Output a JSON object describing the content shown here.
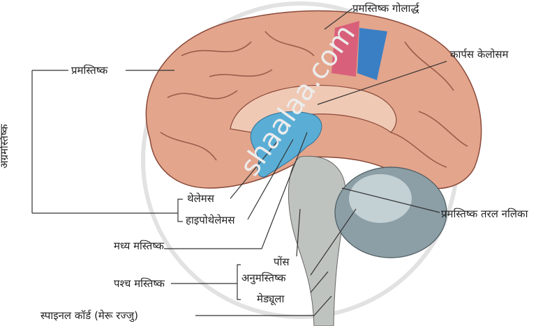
{
  "diagram": {
    "labels": {
      "cerebral_hemisphere": "प्रमस्तिष्क गोलार्द्ध",
      "corpus_callosum": "कार्पस केलोसम",
      "cerebrum": "प्रमस्तिष्क",
      "forebrain": "अग्रमस्तिष्क",
      "thalamus": "थेलेमस",
      "hypothalamus": "हाइपोथेलेमस",
      "midbrain": "मध्य मस्तिष्क",
      "cerebral_aqueduct": "प्रमस्तिष्क तरल नलिका",
      "pons": "पोंस",
      "cerebellum": "अनुमस्तिष्क",
      "hindbrain": "पश्च मस्तिष्क",
      "medulla": "मेड्यूला",
      "spinal_cord": "स्पाइनल कॉर्ड (मेरू रज्जु)"
    },
    "watermark": "shaalaa.com",
    "colors": {
      "cerebrum": "#e3a58c",
      "ventricle": "#5aaed6",
      "hemisphere_red": "#d9607a",
      "hemisphere_blue": "#3a7fc4",
      "cerebellum": "#8c9ea6",
      "brainstem": "#bfc3bf"
    }
  }
}
